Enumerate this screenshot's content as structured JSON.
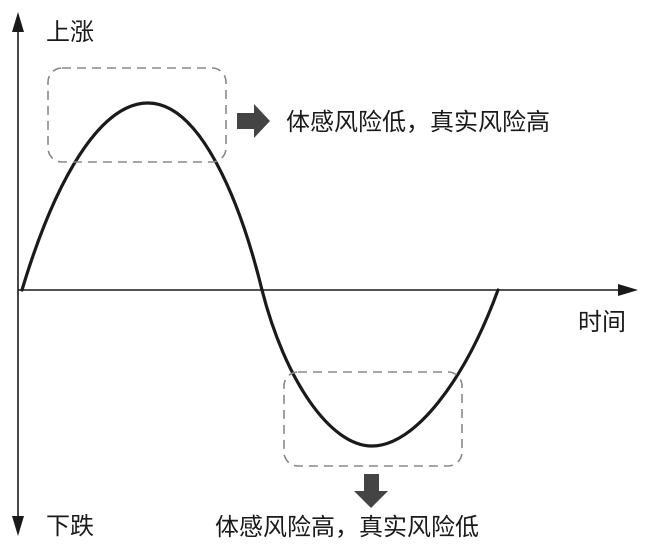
{
  "axes": {
    "y_top_label": "上涨",
    "y_bottom_label": "下跌",
    "x_label": "时间"
  },
  "annotations": {
    "peak_note": "体感风险低，真实风险高",
    "trough_note": "体感风险高，真实风险低"
  },
  "colors": {
    "line": "#1a1a1a",
    "dashed_box": "#888888",
    "arrow": "#444444"
  }
}
